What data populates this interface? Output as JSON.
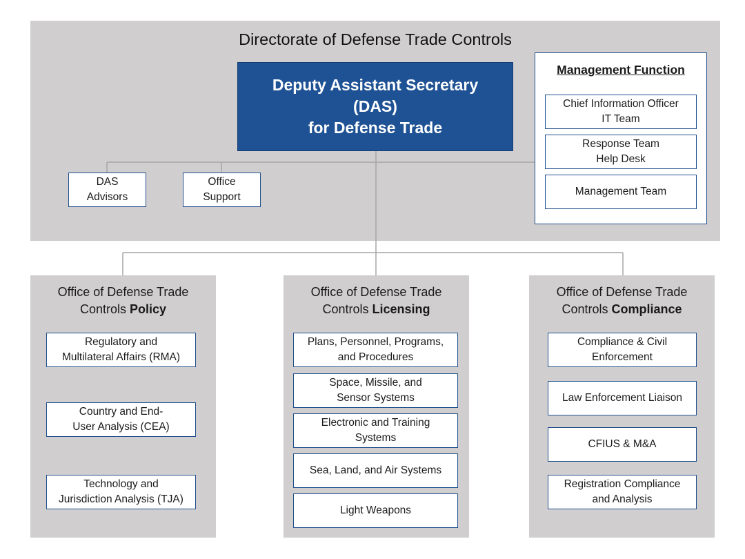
{
  "directorate": {
    "title": "Directorate of Defense Trade Controls"
  },
  "das": {
    "lines": [
      "Deputy Assistant Secretary",
      "(DAS)",
      "for Defense Trade"
    ]
  },
  "das_support": [
    {
      "lines": [
        "DAS",
        "Advisors"
      ]
    },
    {
      "lines": [
        "Office",
        "Support"
      ]
    }
  ],
  "management": {
    "title": "Management Function",
    "teams": [
      {
        "lines": [
          "Chief Information Officer",
          "IT Team"
        ]
      },
      {
        "lines": [
          "Response Team",
          "Help Desk"
        ]
      },
      {
        "lines": [
          "Management Team"
        ]
      }
    ]
  },
  "offices": [
    {
      "title_line1": "Office of Defense Trade",
      "title_prefix": "Controls ",
      "title_bold": "Policy",
      "units": [
        {
          "lines": [
            "Regulatory and",
            "Multilateral Affairs (RMA)"
          ]
        },
        {
          "lines": [
            "Country and End-",
            "User Analysis (CEA)"
          ]
        },
        {
          "lines": [
            "Technology and",
            "Jurisdiction Analysis (TJA)"
          ]
        }
      ]
    },
    {
      "title_line1": "Office of Defense Trade",
      "title_prefix": "Controls ",
      "title_bold": "Licensing",
      "units": [
        {
          "lines": [
            "Plans, Personnel, Programs,",
            "and Procedures"
          ]
        },
        {
          "lines": [
            "Space, Missile, and",
            "Sensor Systems"
          ]
        },
        {
          "lines": [
            "Electronic and Training",
            "Systems"
          ]
        },
        {
          "lines": [
            "Sea, Land, and Air Systems"
          ]
        },
        {
          "lines": [
            "Light Weapons"
          ]
        }
      ]
    },
    {
      "title_line1": "Office of Defense Trade",
      "title_prefix": "Controls ",
      "title_bold": "Compliance",
      "units": [
        {
          "lines": [
            "Compliance & Civil",
            "Enforcement"
          ]
        },
        {
          "lines": [
            "Law Enforcement Liaison"
          ]
        },
        {
          "lines": [
            "CFIUS & M&A"
          ]
        },
        {
          "lines": [
            "Registration Compliance",
            "and Analysis"
          ]
        }
      ]
    }
  ],
  "colors": {
    "panel": "#d0cecf",
    "das_fill": "#1f5295",
    "box_border": "#1f4e8c",
    "connector": "#a6a6a6"
  }
}
